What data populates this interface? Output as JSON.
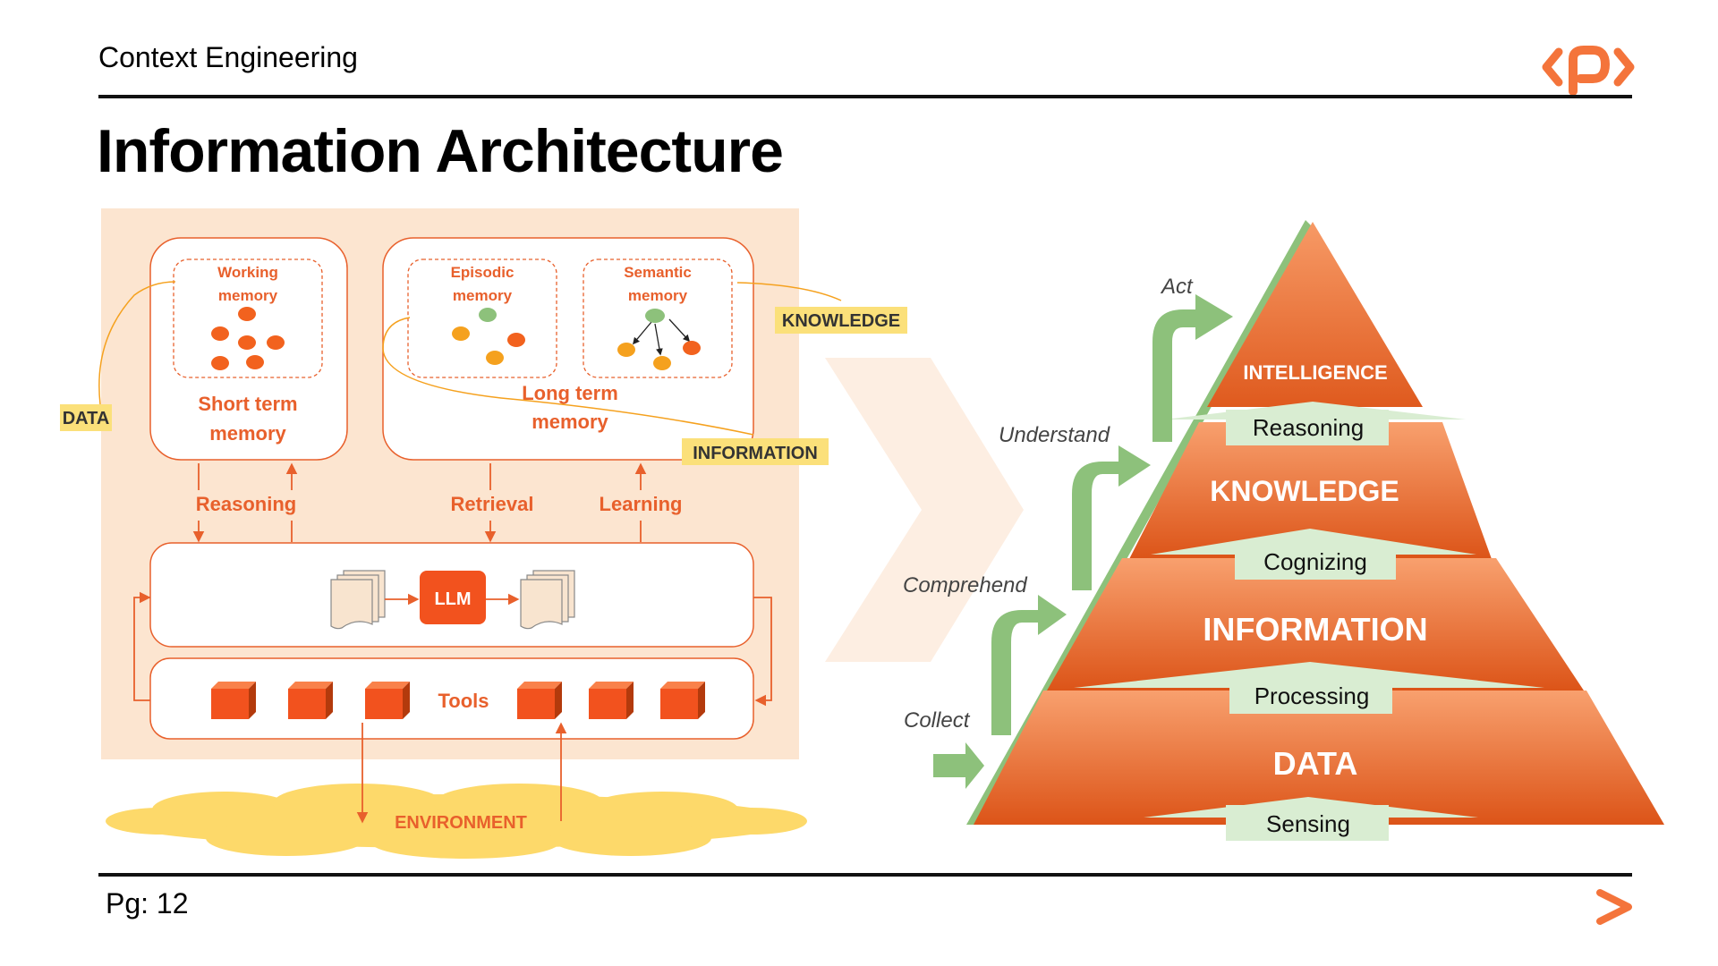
{
  "header": {
    "brand": "Context Engineering"
  },
  "title": "Information Architecture",
  "footer": {
    "page": "Pg: 12"
  },
  "colors": {
    "accent": "#F4743B",
    "memory_orange": "#E8602C",
    "panel_bg": "#FCE5D0",
    "tag_yellow": "#FBE07A",
    "cloud_yellow": "#FDD96A",
    "green": "#8DC17B",
    "pale_green": "#D9EDD2"
  },
  "icons": {
    "logo": "packt-p-logo",
    "next": "chevron-right-icon"
  },
  "memory_diagram": {
    "working_memory": "Working memory",
    "episodic_memory": "Episodic memory",
    "semantic_memory": "Semantic memory",
    "short_term_memory": "Short term memory",
    "long_term_memory": "Long term memory",
    "tag_data": "DATA",
    "tag_knowledge": "KNOWLEDGE",
    "tag_information": "INFORMATION",
    "reasoning": "Reasoning",
    "retrieval": "Retrieval",
    "learning": "Learning",
    "llm": "LLM",
    "tools": "Tools",
    "environment": "ENVIRONMENT"
  },
  "pyramid": {
    "levels": [
      "INTELLIGENCE",
      "KNOWLEDGE",
      "INFORMATION",
      "DATA"
    ],
    "processes": [
      "Reasoning",
      "Cognizing",
      "Processing",
      "Sensing"
    ],
    "actions": [
      "Act",
      "Understand",
      "Comprehend",
      "Collect"
    ]
  }
}
